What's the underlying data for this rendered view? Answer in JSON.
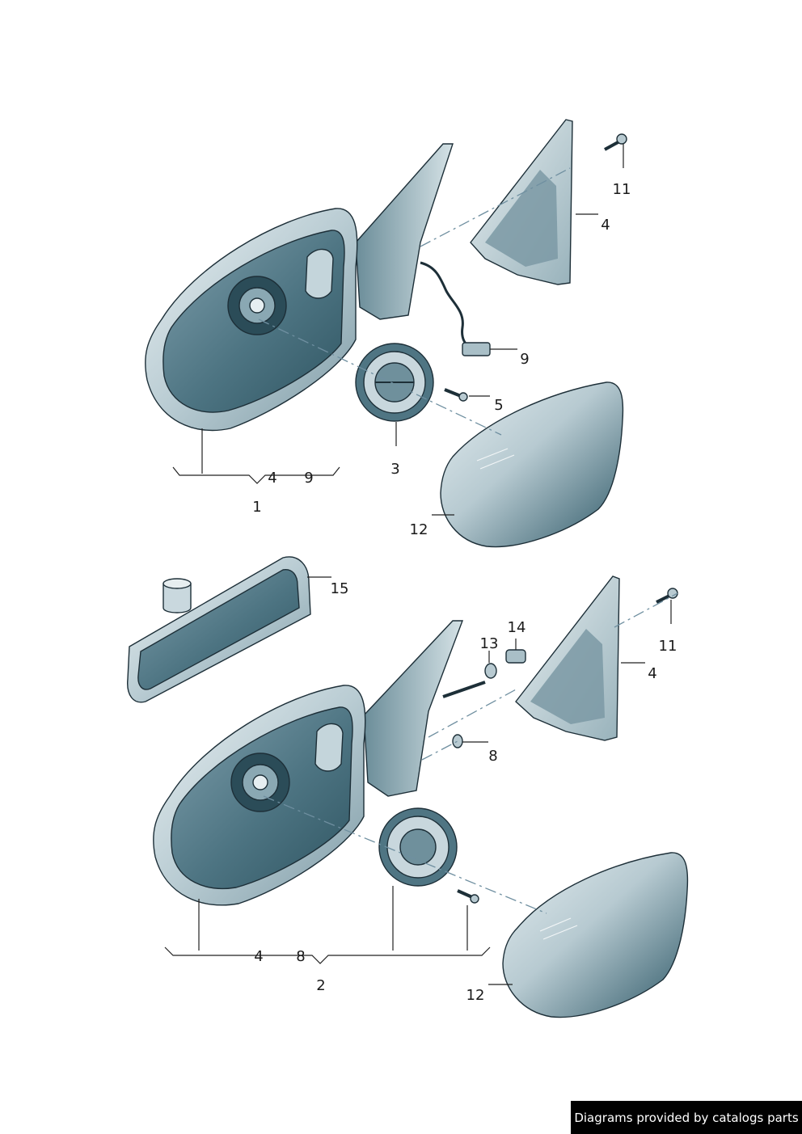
{
  "callouts": {
    "top": {
      "c11": "11",
      "c4": "4",
      "c9": "9",
      "c5": "5",
      "c3": "3",
      "c12": "12",
      "bracket_a": "4",
      "bracket_b": "9",
      "assembly": "1"
    },
    "bottom": {
      "c15": "15",
      "c14": "14",
      "c13": "13",
      "c11": "11",
      "c4": "4",
      "c8": "8",
      "c12": "12",
      "bracket_a": "4",
      "bracket_b": "8",
      "assembly": "2"
    }
  },
  "footer": {
    "credit": "Diagrams provided by catalogs parts"
  },
  "colors": {
    "glass_dark": "#3f6674",
    "glass_light": "#dbe6ea",
    "housing": "#c9d8de",
    "outline": "#1d2f38"
  }
}
